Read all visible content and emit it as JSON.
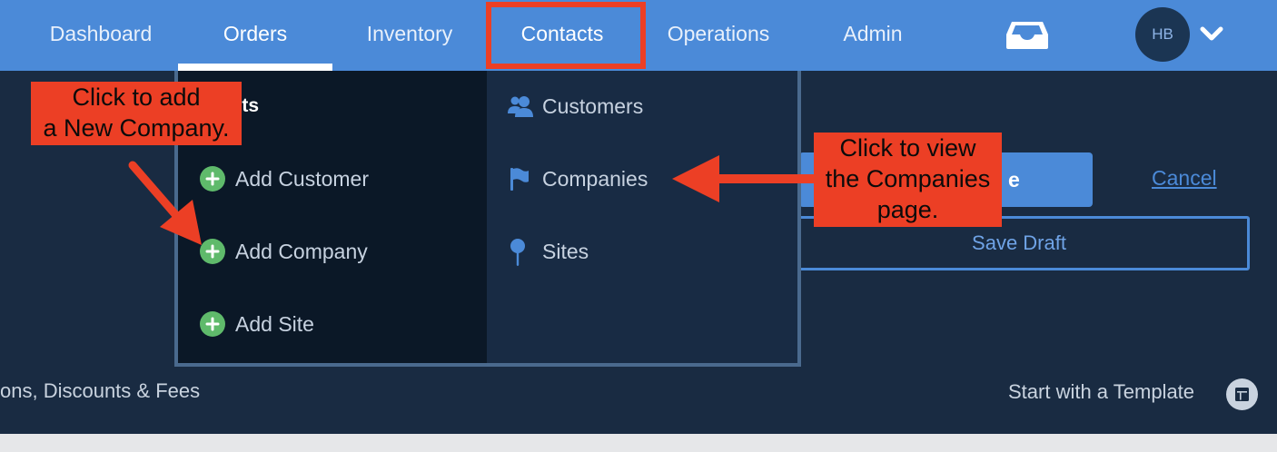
{
  "nav": {
    "items": [
      {
        "label": "Dashboard"
      },
      {
        "label": "Orders"
      },
      {
        "label": "Inventory"
      },
      {
        "label": "Contacts"
      },
      {
        "label": "Operations"
      },
      {
        "label": "Admin"
      }
    ],
    "avatar_initials": "HB",
    "inbox_icon": "inbox-tray-icon",
    "chevron_icon": "chevron-down-icon"
  },
  "dropdown": {
    "heading": "tacts",
    "left_items": [
      {
        "label": "Add Customer",
        "icon": "plus-circle-icon"
      },
      {
        "label": "Add Company",
        "icon": "plus-circle-icon"
      },
      {
        "label": "Add Site",
        "icon": "plus-circle-icon"
      }
    ],
    "right_items": [
      {
        "label": "Customers",
        "icon": "users-icon"
      },
      {
        "label": "Companies",
        "icon": "flag-icon"
      },
      {
        "label": "Sites",
        "icon": "map-pin-icon"
      }
    ]
  },
  "form": {
    "save_label_fragment": "e",
    "cancel_label": "Cancel",
    "save_draft_label": "Save Draft",
    "section_label_fragment": "ons, Discounts & Fees",
    "template_label": "Start with a Template",
    "template_icon": "template-layout-icon"
  },
  "annotations": {
    "left_callout": [
      "Click to add",
      "a New Company."
    ],
    "right_callout": [
      "Click to view",
      "the Companies",
      "page."
    ]
  },
  "colors": {
    "nav_bg": "#4b8ad8",
    "page_bg": "#192b42",
    "dropdown_left_bg": "#0b1827",
    "dropdown_right_bg": "#182b44",
    "add_icon": "#5fba6b",
    "accent_icon": "#4b8ad8",
    "annotation_red": "#ec3f25"
  }
}
